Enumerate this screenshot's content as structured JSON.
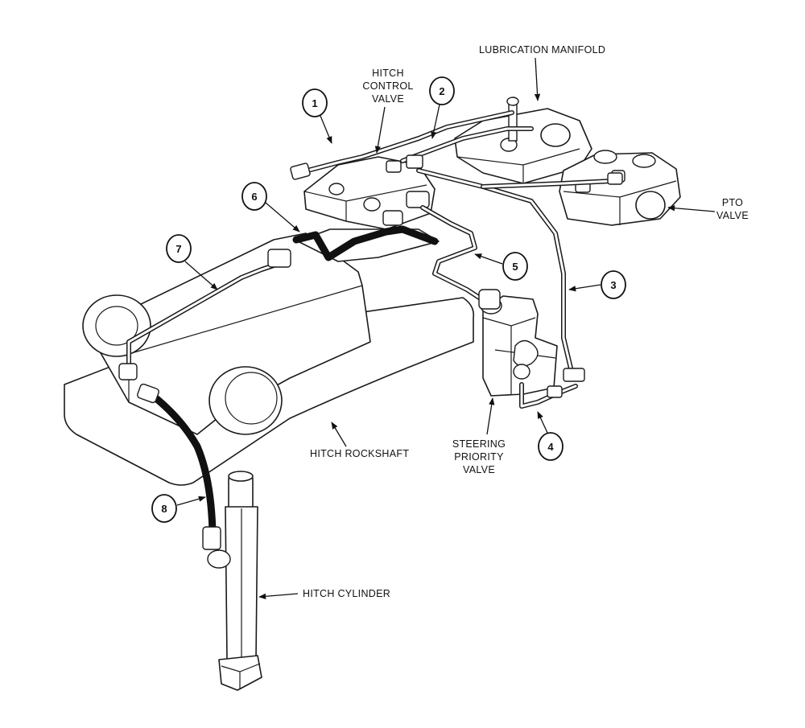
{
  "labels": {
    "lubrication_manifold": "LUBRICATION MANIFOLD",
    "hitch_control_valve": [
      "HITCH",
      "CONTROL",
      "VALVE"
    ],
    "pto_valve": [
      "PTO",
      "VALVE"
    ],
    "hitch_rockshaft": "HITCH ROCKSHAFT",
    "steering_priority_valve": [
      "STEERING",
      "PRIORITY",
      "VALVE"
    ],
    "hitch_cylinder": "HITCH CYLINDER"
  },
  "callouts": [
    "1",
    "2",
    "3",
    "4",
    "5",
    "6",
    "7",
    "8"
  ]
}
